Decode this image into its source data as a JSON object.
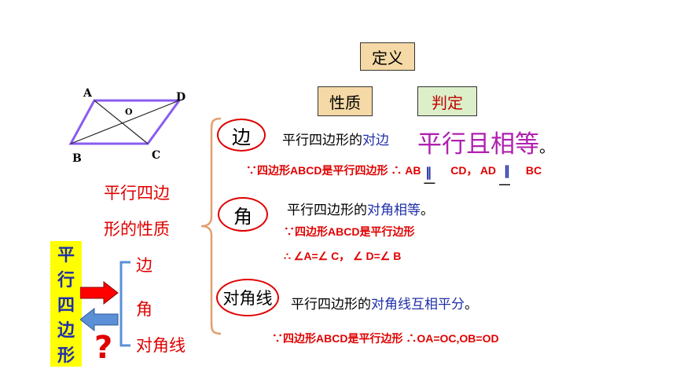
{
  "top": {
    "definition": "定义",
    "property": "性质",
    "judgment": "判定"
  },
  "figure": {
    "A": "A",
    "B": "B",
    "C": "C",
    "D": "D",
    "O": "O"
  },
  "left": {
    "line1": "平行四边",
    "line2": "形的性质"
  },
  "yellow": {
    "c1": "平",
    "c2": "行",
    "c3": "四",
    "c4": "边",
    "c5": "形"
  },
  "sublist": {
    "edge": "边",
    "angle": "角",
    "diagonal": "对角线",
    "question": "?"
  },
  "rows": {
    "edge": {
      "tag": "边",
      "prefix": "平行四边形的",
      "highlight": "对边",
      "big": "平行且相等",
      "end": "。",
      "proof_pre": "∵四边形ABCD是平行四边形 ∴ AB",
      "proof_mid": "CD，  AD",
      "proof_end": "BC"
    },
    "angle": {
      "tag": "角",
      "prefix": "平行四边形的",
      "highlight": "对角相等",
      "end": "。",
      "proof1": "∵四边形ABCD是平行边形",
      "proof2": "∴ ∠A=∠ C，  ∠ D=∠ B"
    },
    "diagonal": {
      "tag": "对角线",
      "prefix": "平行四边形的",
      "highlight": "对角线互相平分",
      "end": "。",
      "proof": "∵四边形ABCD是平行边形 ∴OA=OC,OB=OD"
    }
  }
}
